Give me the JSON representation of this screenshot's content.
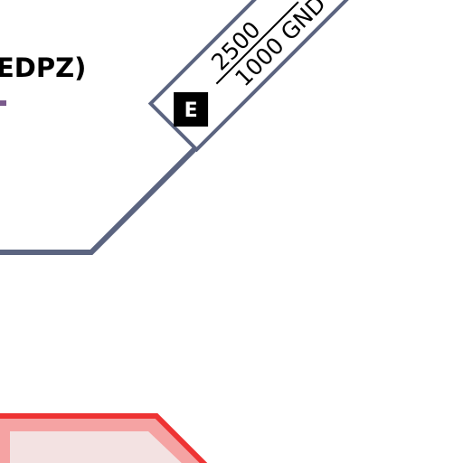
{
  "map": {
    "airspace_label": "EDPZ)",
    "airspace_class": "E",
    "upper_limit": "2500",
    "lower_limit": "1000 GND",
    "colors": {
      "background": "#ffffff",
      "boundary": "#5b6480",
      "label_text": "#000000",
      "class_badge_bg": "#000000",
      "class_badge_text": "#ffffff",
      "restricted_fill": "#f3e2e2",
      "restricted_band": "#f5a3a3",
      "restricted_edge": "#ee3333",
      "marker": "#7a5a8c"
    },
    "icons": [
      "class-e-badge",
      "purple-marker"
    ]
  }
}
